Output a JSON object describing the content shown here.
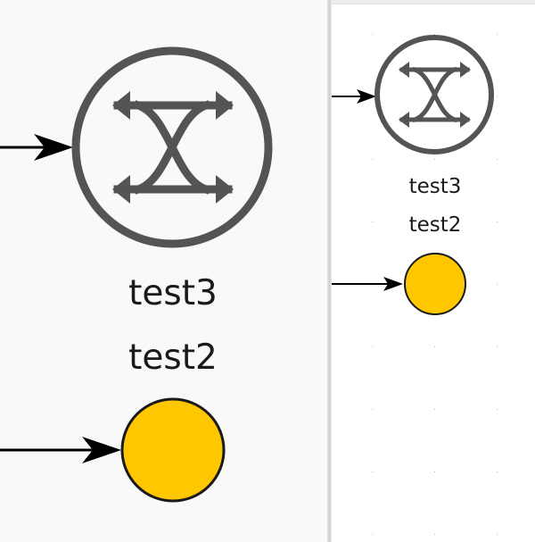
{
  "zoomed_view": {
    "gateway_label": "test3",
    "event_label": "test2"
  },
  "canvas_view": {
    "gateway_label": "test3",
    "event_label": "test2"
  },
  "colors": {
    "gateway_stroke": "#545454",
    "event_fill": "#ffc700",
    "event_stroke": "#1a1a1a",
    "connector": "#000000",
    "grid_dot": "#b8b8b8"
  },
  "icons": {
    "gateway": "complex-gateway-icon",
    "event": "start-event-icon"
  }
}
